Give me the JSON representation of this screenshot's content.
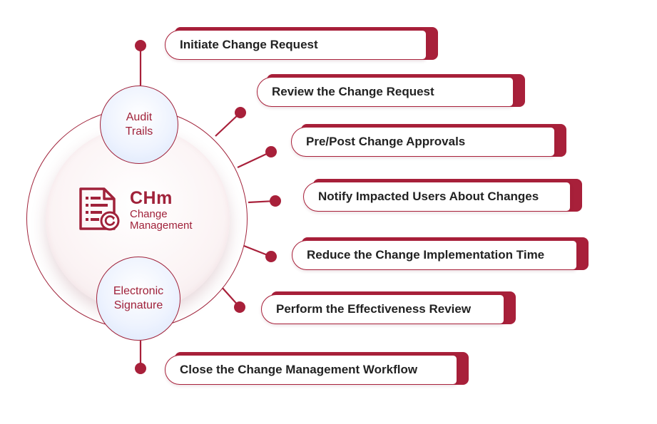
{
  "colors": {
    "accent": "#a8203a",
    "text": "#222222",
    "bubble_fill": "#e6eefd"
  },
  "center": {
    "logo_title": "CHm",
    "logo_subtitle_line1": "Change",
    "logo_subtitle_line2": "Management",
    "icon": "document-refresh-icon"
  },
  "bubbles": {
    "audit": "Audit\nTrails",
    "esign": "Electronic\nSignature"
  },
  "steps": [
    "Initiate Change Request",
    "Review the Change Request",
    "Pre/Post Change Approvals",
    "Notify Impacted Users About Changes",
    "Reduce the Change Implementation Time",
    "Perform the Effectiveness Review",
    "Close the Change Management Workflow"
  ]
}
